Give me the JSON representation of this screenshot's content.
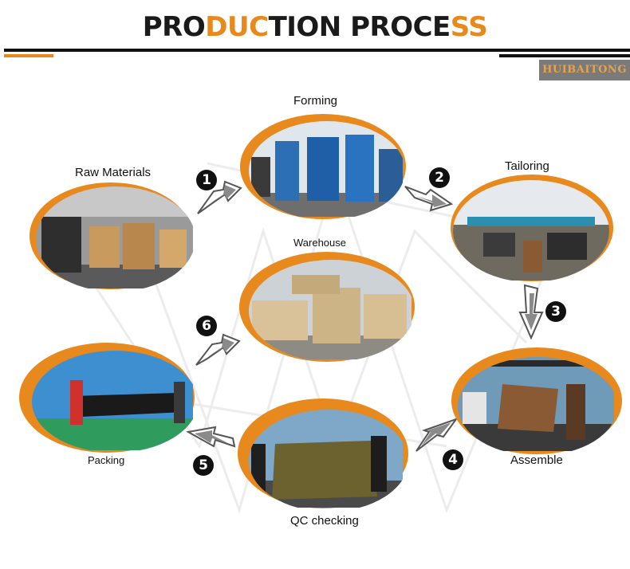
{
  "header": {
    "title_part1": "PRO",
    "title_part2": "DUC",
    "title_part3": "TION PROCE",
    "title_part4": "SS",
    "brand": "HUIBAITONG"
  },
  "colors": {
    "accent": "#e8891e",
    "dark": "#111111",
    "brand_bg": "#7a7a7a"
  },
  "steps": [
    {
      "id": "raw",
      "label": "Raw Materials"
    },
    {
      "id": "forming",
      "label": "Forming",
      "number": "1"
    },
    {
      "id": "tailoring",
      "label": "Tailoring",
      "number": "2"
    },
    {
      "id": "assemble",
      "label": "Assemble",
      "number": "3"
    },
    {
      "id": "qc",
      "label": "QC checking",
      "number": "4"
    },
    {
      "id": "packing",
      "label": "Packing",
      "number": "5"
    },
    {
      "id": "warehouse",
      "label": "Warehouse",
      "number": "6"
    }
  ]
}
